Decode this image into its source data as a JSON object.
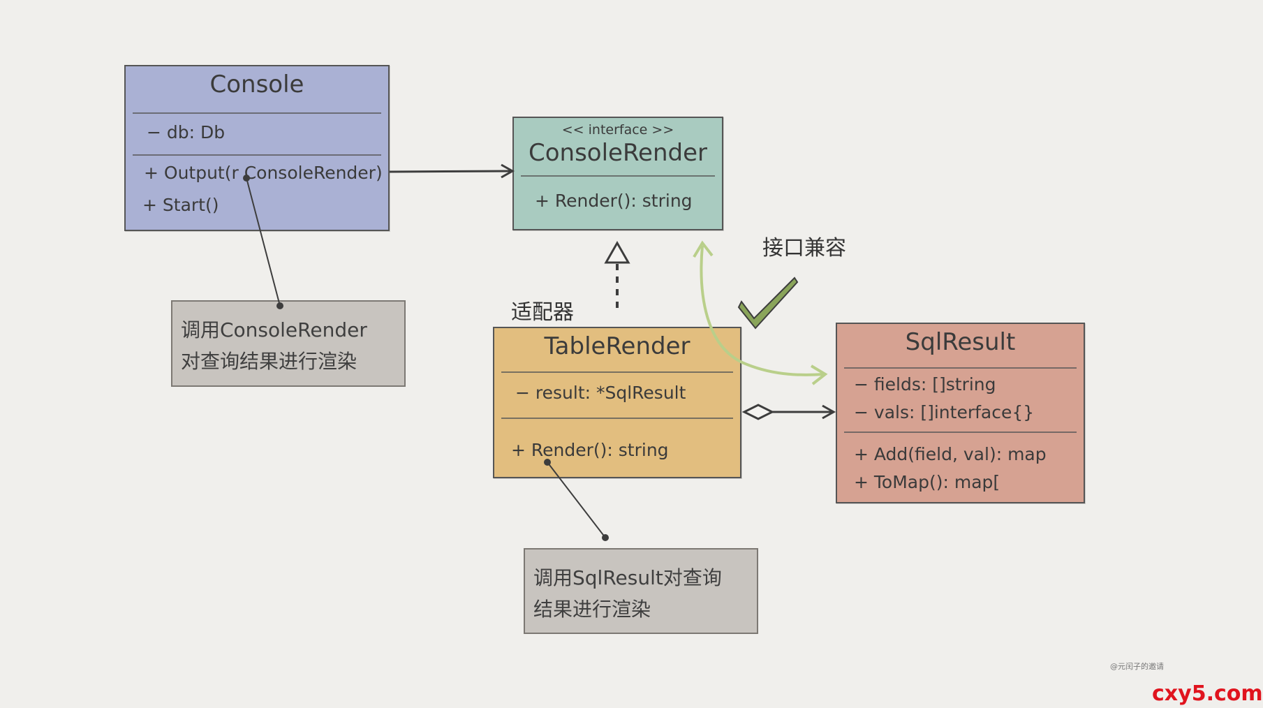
{
  "classes": {
    "console": {
      "name": "Console",
      "attributes": [
        "− db: Db"
      ],
      "methods": [
        "+ Output(r ConsoleRender)",
        "+ Start()"
      ],
      "color": "#aab1d4"
    },
    "console_render": {
      "stereotype": "<< interface >>",
      "name": "ConsoleRender",
      "methods": [
        "+ Render(): string"
      ],
      "color": "#a9cbc0"
    },
    "table_render": {
      "name": "TableRender",
      "attributes": [
        "− result: *SqlResult"
      ],
      "methods": [
        "+ Render(): string"
      ],
      "color": "#e2be7f"
    },
    "sql_result": {
      "name": "SqlResult",
      "attributes": [
        "− fields: []string",
        "− vals: []interface{}"
      ],
      "methods": [
        "+ Add(field, val): map",
        "+ ToMap(): map["
      ],
      "color": "#d6a292"
    }
  },
  "notes": {
    "console_note": [
      "调用ConsoleRender",
      "对查询结果进行渲染"
    ],
    "table_note": [
      "调用SqlResult对查询",
      "结果进行渲染"
    ]
  },
  "labels": {
    "adapter": "适配器",
    "interface_compatible": "接口兼容",
    "author": "@元闰子的邀请",
    "watermark": "cxy5.com"
  },
  "colors": {
    "check": "#8aa55a",
    "curve_arrow": "#b9cf8a",
    "watermark": "#e0141e"
  }
}
